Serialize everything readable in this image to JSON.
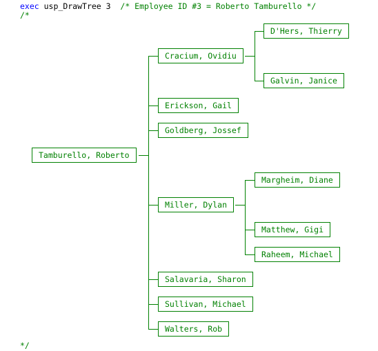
{
  "editor": {
    "line1_keyword": "exec",
    "line1_proc": " usp_DrawTree 3  ",
    "line1_comment": "/* Employee ID #3 = Roberto Tamburello */",
    "line2_comment": "/*",
    "end_comment": "*/"
  },
  "tree": {
    "root": "Tamburello, Roberto",
    "reports": [
      {
        "name": "Cracium, Ovidiu",
        "reports": [
          "D'Hers, Thierry",
          "Galvin, Janice"
        ]
      },
      {
        "name": "Erickson, Gail"
      },
      {
        "name": "Goldberg, Jossef"
      },
      {
        "name": "Miller, Dylan",
        "reports": [
          "Margheim, Diane",
          "Matthew, Gigi",
          "Raheem, Michael"
        ]
      },
      {
        "name": "Salavaria, Sharon"
      },
      {
        "name": "Sullivan, Michael"
      },
      {
        "name": "Walters, Rob"
      }
    ]
  },
  "colors": {
    "keyword": "#0000ff",
    "comment": "#008000",
    "tree_line": "#008000"
  }
}
